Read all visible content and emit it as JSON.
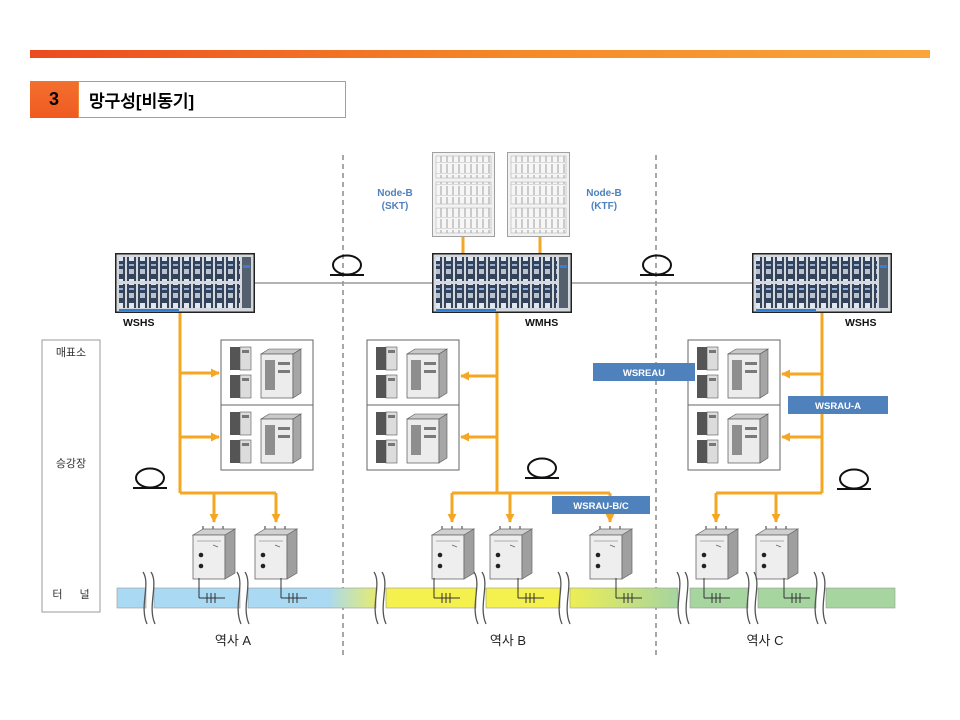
{
  "slide": {
    "section_number": "3",
    "title": "망구성[비동기]"
  },
  "colors": {
    "accent_orange": "#f05a22",
    "title_border": "#ef8a3a",
    "link_orange": "#f5a623",
    "label_blue": "#4f81bd",
    "tunnel_blue": "#a9d9f3",
    "tunnel_yellow": "#f4f04e",
    "tunnel_green": "#a6d59f"
  },
  "zones": {
    "ticket_office": "매표소",
    "platform": "승강장",
    "tunnel": "터 널"
  },
  "node_b": [
    {
      "name": "Node-B",
      "carrier": "(SKT)"
    },
    {
      "name": "Node-B",
      "carrier": "(KTF)"
    }
  ],
  "hubs": {
    "left": "WSHS",
    "center": "WMHS",
    "right": "WSHS"
  },
  "unit_labels": {
    "wsreau": "WSREAU",
    "wsrau_a": "WSRAU-A",
    "wsrau_bc": "WSRAU-B/C"
  },
  "stations": [
    "역사 A",
    "역사 B",
    "역사 C"
  ],
  "icons": {
    "hub": "rack-icon",
    "node_b": "cabinet-icon",
    "unit_group": "remote-unit-group-icon",
    "remote_unit": "remote-unit-icon",
    "fiber": "fiber-loop-icon",
    "tunnel_break": "break-icon",
    "antenna_tap": "antenna-tap-icon"
  }
}
